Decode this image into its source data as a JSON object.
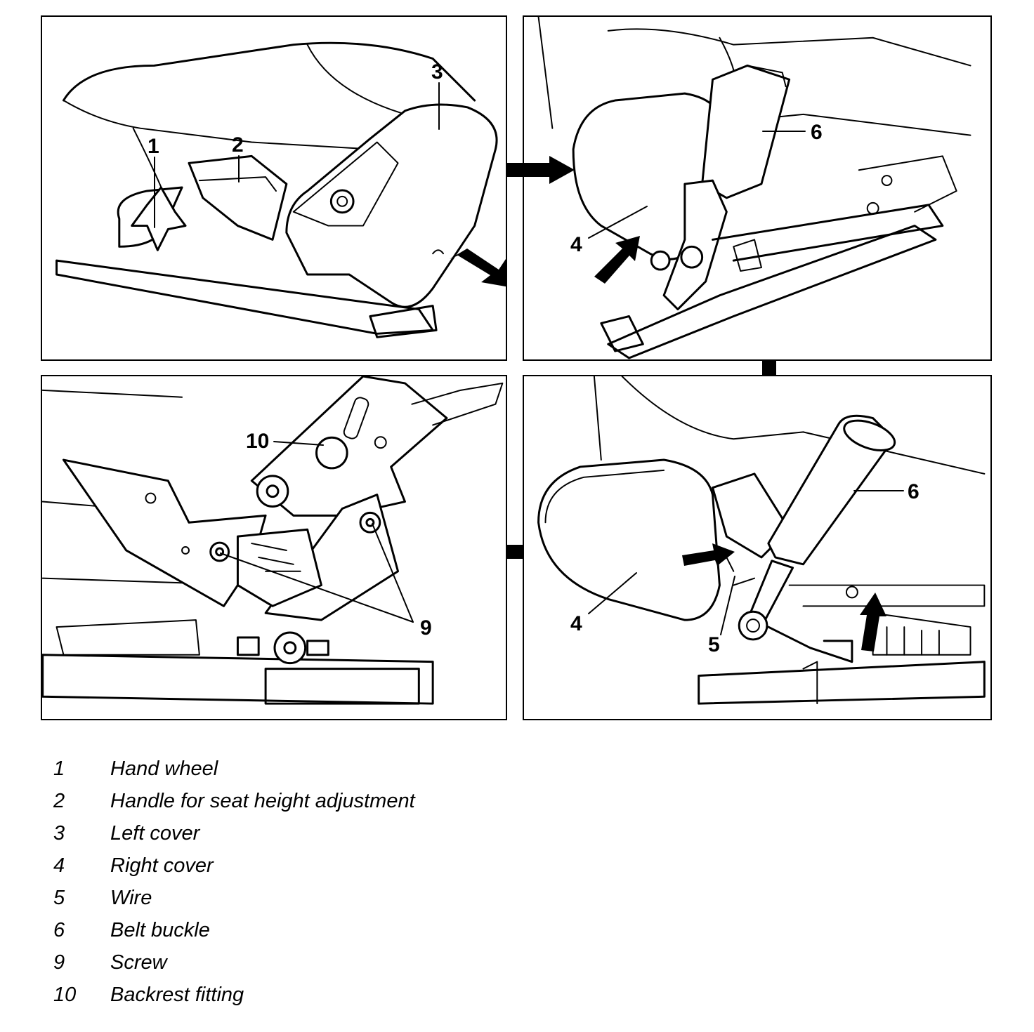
{
  "panels": {
    "top_left": {
      "callouts": [
        "1",
        "2",
        "3"
      ]
    },
    "top_right": {
      "callouts": [
        "6",
        "4"
      ]
    },
    "bottom_left": {
      "callouts": [
        "10",
        "9"
      ]
    },
    "bottom_right": {
      "callouts": [
        "6",
        "4",
        "5"
      ]
    }
  },
  "legend": [
    {
      "num": "1",
      "text": "Hand wheel"
    },
    {
      "num": "2",
      "text": "Handle for seat height adjustment"
    },
    {
      "num": "3",
      "text": "Left cover"
    },
    {
      "num": "4",
      "text": "Right cover"
    },
    {
      "num": "5",
      "text": "Wire"
    },
    {
      "num": "6",
      "text": "Belt buckle"
    },
    {
      "num": "9",
      "text": "Screw"
    },
    {
      "num": "10",
      "text": "Backrest fitting"
    }
  ]
}
